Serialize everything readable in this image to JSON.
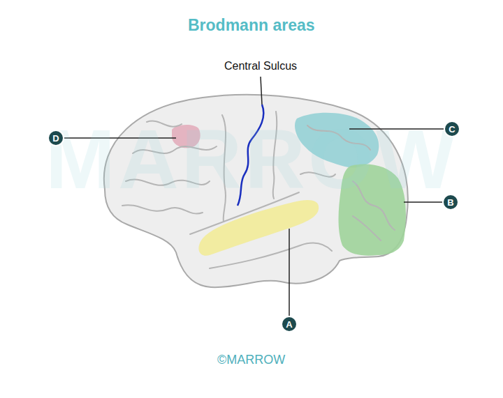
{
  "diagram": {
    "title": "Brodmann areas",
    "nodes": [
      {
        "text": [
          "D"
        ]
      },
      {
        "text": [
          "C"
        ]
      },
      {
        "text": [
          "B"
        ]
      },
      {
        "text": [
          "A"
        ]
      }
    ],
    "labels": [
      "Central Sulcus",
      "MARROW",
      "©MARROW"
    ]
  }
}
